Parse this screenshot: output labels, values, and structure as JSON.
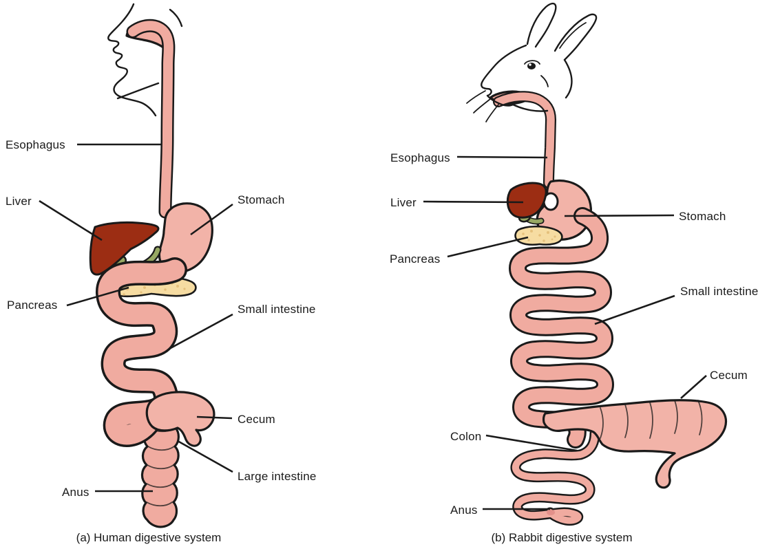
{
  "diagram": {
    "panels": {
      "human": {
        "caption": "(a) Human digestive system",
        "labels": {
          "esophagus": "Esophagus",
          "liver": "Liver",
          "stomach": "Stomach",
          "pancreas": "Pancreas",
          "small_intestine": "Small intestine",
          "cecum": "Cecum",
          "large_intestine": "Large intestine",
          "anus": "Anus"
        }
      },
      "rabbit": {
        "caption": "(b) Rabbit digestive system",
        "labels": {
          "esophagus": "Esophagus",
          "liver": "Liver",
          "stomach": "Stomach",
          "pancreas": "Pancreas",
          "small_intestine": "Small intestine",
          "cecum": "Cecum",
          "colon": "Colon",
          "anus": "Anus"
        }
      }
    },
    "colors": {
      "organ_pink": "#f0aba0",
      "organ_pink_light": "#f2b3a8",
      "liver_red": "#9c2d13",
      "pancreas_yellow": "#f6dca2",
      "pancreas_speckle": "#e5c07c",
      "bile_green": "#97a863",
      "outline": "#1a1a1a",
      "background": "#ffffff"
    }
  }
}
